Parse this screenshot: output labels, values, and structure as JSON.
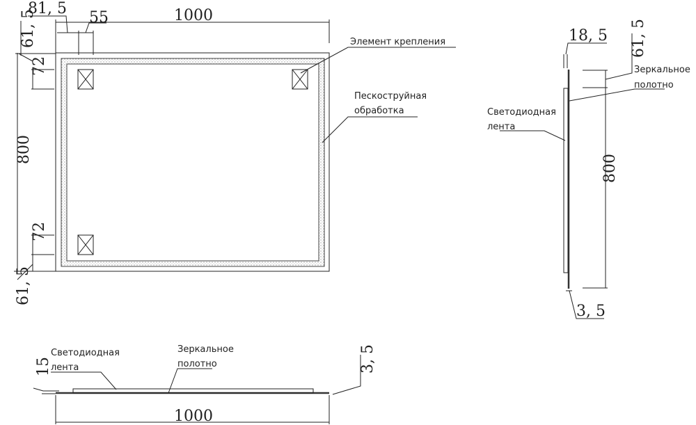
{
  "front_view": {
    "dim_width": "1000",
    "dim_height": "800",
    "dim_offset_left": "81, 5",
    "dim_mount_width": "55",
    "dim_offset_top": "61, 5",
    "dim_offset_bottom": "61, 5",
    "dim_mount_height_top": "72",
    "dim_mount_height_bottom": "72",
    "label_mount": "Элемент крепления",
    "label_sandblast_1": "Пескоструйная",
    "label_sandblast_2": "обработка"
  },
  "side_view": {
    "dim_depth": "18, 5",
    "dim_offset_top": "61, 5",
    "dim_height": "800",
    "dim_glass": "3, 5",
    "label_mirror_1": "Зеркальное",
    "label_mirror_2": "полотно",
    "label_led_1": "Светодиодная",
    "label_led_2": "лента"
  },
  "bottom_view": {
    "dim_width": "1000",
    "dim_depth": "15",
    "dim_glass": "3, 5",
    "label_led_1": "Светодиодная",
    "label_led_2": "лента",
    "label_mirror_1": "Зеркальное",
    "label_mirror_2": "полотно"
  },
  "colors": {
    "line": "#222222",
    "sandblast": "#888888"
  }
}
